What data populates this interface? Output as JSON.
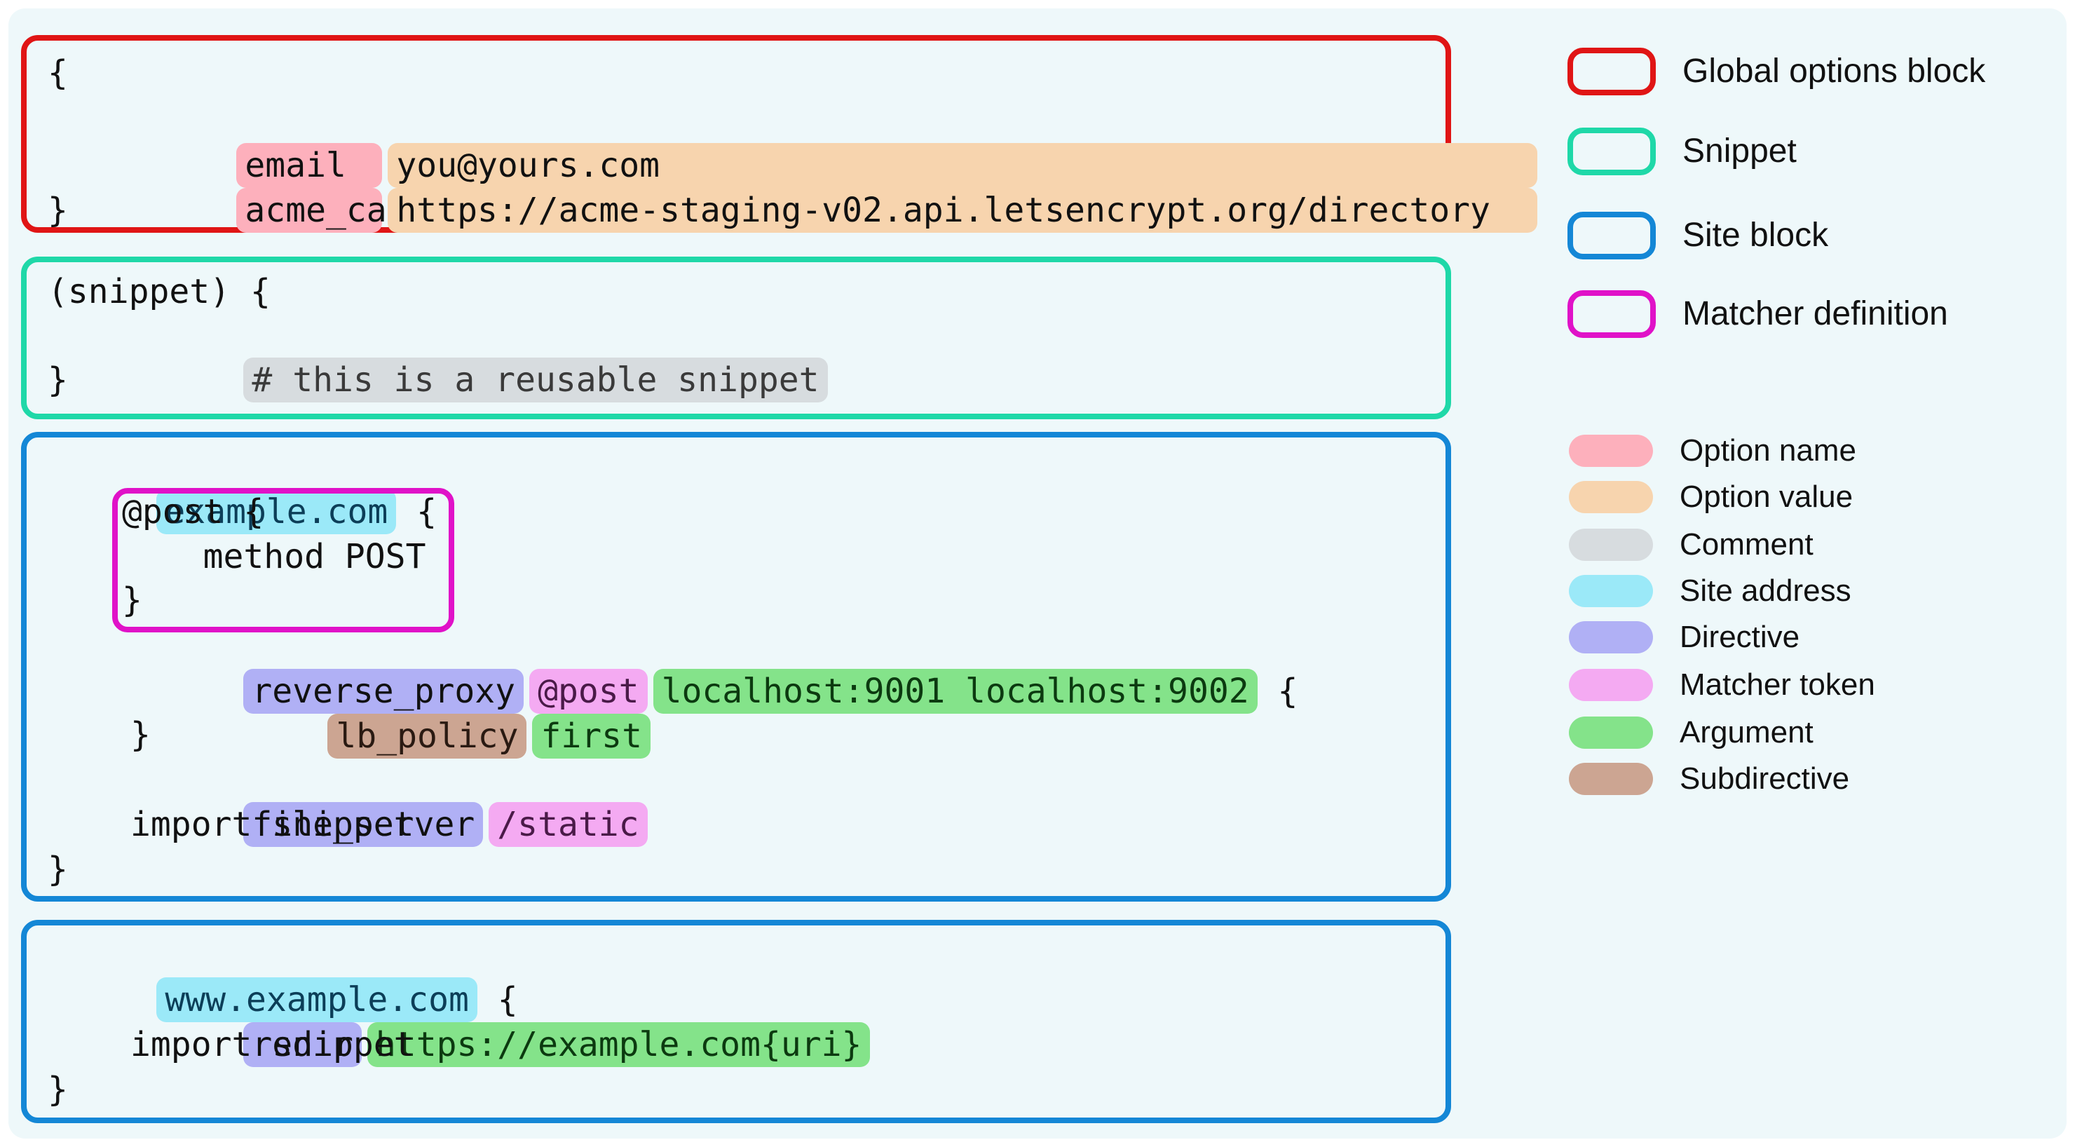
{
  "colors": {
    "global_border": "#e01515",
    "snippet_border": "#1fd8a8",
    "site_border": "#1487d6",
    "matcher_border": "#e012c8",
    "option_name": "#fdb0bc",
    "option_value": "#f7d4ae",
    "comment": "#d7dcdf",
    "site_address": "#9be9f8",
    "directive": "#b0b0f5",
    "matcher_token": "#f4aaf2",
    "argument": "#84e38a",
    "subdirective": "#cca592"
  },
  "global_block": {
    "open": "{",
    "email_name": "email",
    "email_value": "you@yours.com",
    "acme_name": "acme_ca",
    "acme_value": "https://acme-staging-v02.api.letsencrypt.org/directory",
    "close": "}"
  },
  "snippet_block": {
    "header": "(snippet) {",
    "comment": "# this is a reusable snippet",
    "close": "}"
  },
  "site_block_1": {
    "address": "example.com",
    "open_brace": " {",
    "matcher_line1": "@post {",
    "matcher_line2": "    method POST",
    "matcher_line3": "}",
    "proxy_directive": "reverse_proxy",
    "proxy_matcher": "@post",
    "proxy_args": "localhost:9001 localhost:9002",
    "proxy_open": " {",
    "lb_subdirective": "lb_policy",
    "lb_arg": "first",
    "proxy_close": "}",
    "fs_directive": "file_server",
    "fs_matcher": "/static",
    "import": "import snippet",
    "close": "}"
  },
  "site_block_2": {
    "address": "www.example.com",
    "open_brace": " {",
    "redir_directive": "redir",
    "redir_arg": "https://example.com{uri}",
    "import": "import snippet",
    "close": "}"
  },
  "legend_blocks": [
    {
      "label": "Global options block",
      "color": "#e01515"
    },
    {
      "label": "Snippet",
      "color": "#1fd8a8"
    },
    {
      "label": "Site block",
      "color": "#1487d6"
    },
    {
      "label": "Matcher definition",
      "color": "#e012c8"
    }
  ],
  "legend_tokens": [
    {
      "label": "Option name",
      "color": "#fdb0bc"
    },
    {
      "label": "Option value",
      "color": "#f7d4ae"
    },
    {
      "label": "Comment",
      "color": "#d7dcdf"
    },
    {
      "label": "Site address",
      "color": "#9be9f8"
    },
    {
      "label": "Directive",
      "color": "#b0b0f5"
    },
    {
      "label": "Matcher token",
      "color": "#f4aaf2"
    },
    {
      "label": "Argument",
      "color": "#84e38a"
    },
    {
      "label": "Subdirective",
      "color": "#cca592"
    }
  ]
}
